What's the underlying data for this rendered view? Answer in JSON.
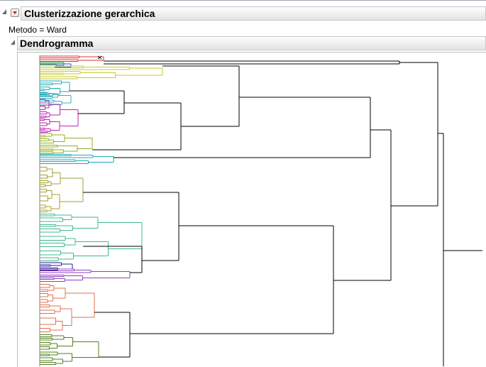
{
  "report": {
    "title": "Clusterizzazione gerarchica",
    "method_line": "Metodo = Ward",
    "section_title": "Dendrogramma"
  },
  "colors": {
    "root": "#000000",
    "red": "#e03030",
    "green": "#2e9e3e",
    "blue": "#3050c8",
    "yellow": "#c8c830",
    "teal": "#20a8b8",
    "magenta": "#c020b0",
    "olive": "#90b020",
    "cyan": "#30b0c0",
    "khaki": "#a0a030",
    "seafoam": "#40b890",
    "navy": "#202090",
    "purple": "#9040c0",
    "salmon": "#e07050",
    "darkgreen": "#508020"
  },
  "icons": {
    "disclosure": "disclosure-triangle-icon",
    "hotspot": "red-triangle-menu-icon"
  }
}
